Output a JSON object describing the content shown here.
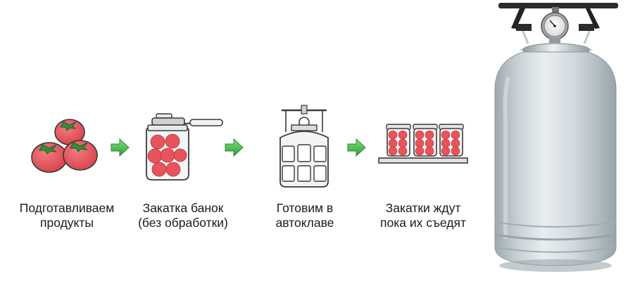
{
  "steps": [
    {
      "label_line1": "Подготавливаем",
      "label_line2": "продукты",
      "icon": "tomatoes-icon"
    },
    {
      "label_line1": "Закатка банок",
      "label_line2": "(без обработки)",
      "icon": "jar-sealing-icon"
    },
    {
      "label_line1": "Готовим в",
      "label_line2": "автоклаве",
      "icon": "autoclave-icon"
    },
    {
      "label_line1": "Закатки ждут",
      "label_line2": "пока их съедят",
      "icon": "jars-on-shelf-icon"
    }
  ],
  "arrows": [
    "arrow-right-icon",
    "arrow-right-icon",
    "arrow-right-icon"
  ],
  "product_image": "autoclave-product-photo",
  "colors": {
    "tomato": "#e8545b",
    "tomato_dark": "#c43a43",
    "leaf": "#2f8f3a",
    "outline": "#3a3a3a",
    "arrow": "#37b24d",
    "autoclave_body": "#c9d1d6"
  }
}
